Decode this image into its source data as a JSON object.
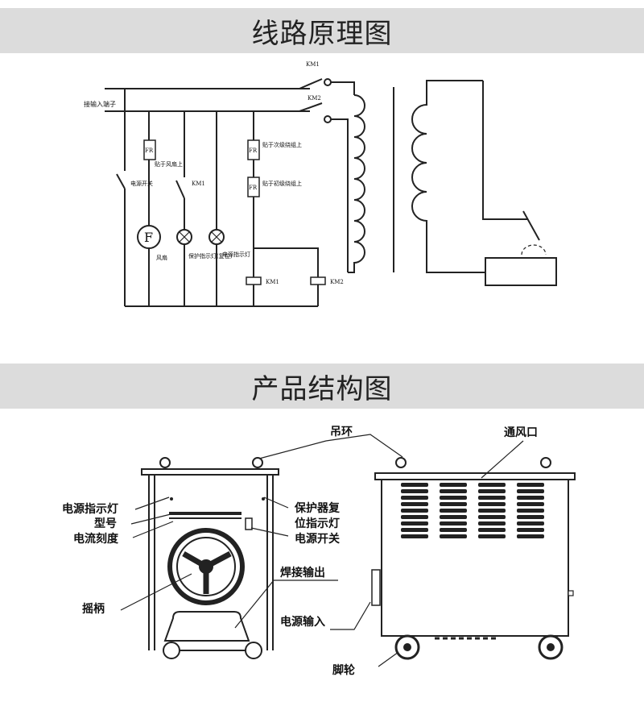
{
  "sections": [
    {
      "title": "线路原理图"
    },
    {
      "title": "产品结构图"
    }
  ],
  "circuit": {
    "labels": {
      "km1_top": "KM1",
      "km2_top": "KM2",
      "input_terminal": "接输入端子",
      "fr_fan": "贴于风扇上",
      "fr_secondary": "贴于次级绕组上",
      "fr_primary": "贴于初级绕组上",
      "power_switch": "电源开关",
      "km1_side": "KM1",
      "fan_symbol": "F",
      "fan": "风扇",
      "protect_lamp": "保护指示灯(复位)",
      "power_lamp": "电源指示灯",
      "km1_coil": "KM1",
      "km2_coil": "KM2",
      "fr": "FR"
    }
  },
  "structure": {
    "labels": {
      "lifting_ring": "吊环",
      "vent": "通风口",
      "power_lamp": "电源指示灯",
      "model": "型号",
      "current_scale": "电流刻度",
      "protector_reset_l1": "保护器复",
      "protector_reset_l2": "位指示灯",
      "power_switch": "电源开关",
      "weld_output": "焊接输出",
      "handle": "摇柄",
      "power_input": "电源输入",
      "wheels": "脚轮"
    }
  }
}
